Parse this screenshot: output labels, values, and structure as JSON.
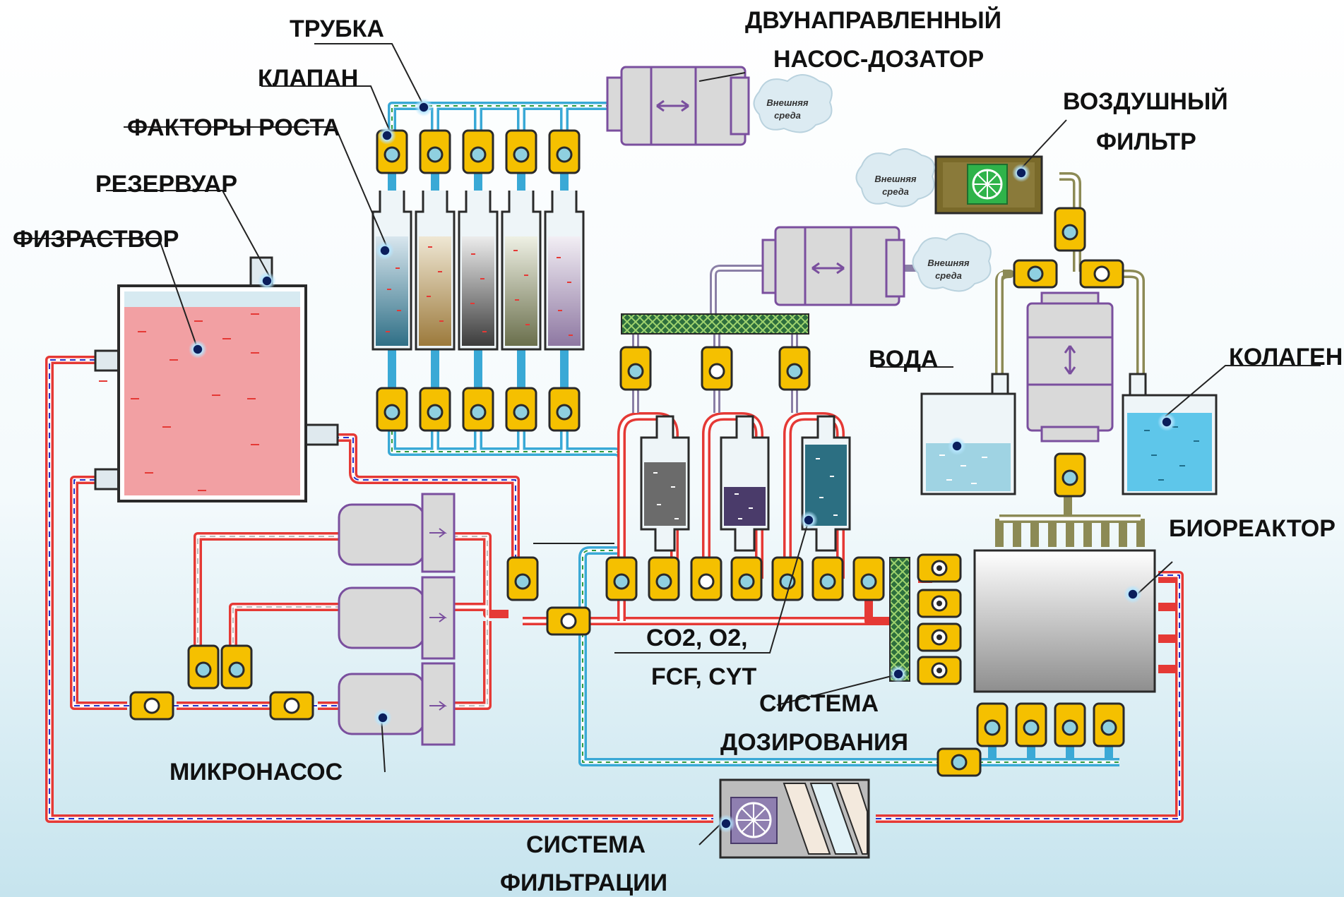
{
  "labels": {
    "tube": "ТРУБКА",
    "valve": "КЛАПАН",
    "growth_factors": "ФАКТОРЫ РОСТА",
    "reservoir": "РЕЗЕРВУАР",
    "saline": "ФИЗРАСТВОР",
    "pump_line1": "ДВУНАПРАВЛЕННЫЙ",
    "pump_line2": "НАСОС-ДОЗАТОР",
    "air_line1": "ВОЗДУШНЫЙ",
    "air_line2": "ФИЛЬТР",
    "water": "ВОДА",
    "collagen": "КОЛАГЕН",
    "bioreactor": "БИОРЕАКТОР",
    "gases_line1": "CO2, O2,",
    "gases_line2": "FCF, CYT",
    "dosing_line1": "СИСТЕМА",
    "dosing_line2": "ДОЗИРОВАНИЯ",
    "micropump": "МИКРОНАСОС",
    "filtration_line1": "СИСТЕМА",
    "filtration_line2": "ФИЛЬТРАЦИИ"
  },
  "clouds": {
    "text_line1": "Внешняя",
    "text_line2": "среда"
  },
  "colors": {
    "valve_fill": "#f5c000",
    "tube_blue": "#3aa9d6",
    "tube_red": "#e53935",
    "saline_fill": "#f2a0a3",
    "device_gray": "#d9d9d9",
    "device_border": "#7a4f9e",
    "background_top": "#ffffff",
    "background_bottom": "#c9e6ef",
    "filter_green": "#2fb34a"
  }
}
